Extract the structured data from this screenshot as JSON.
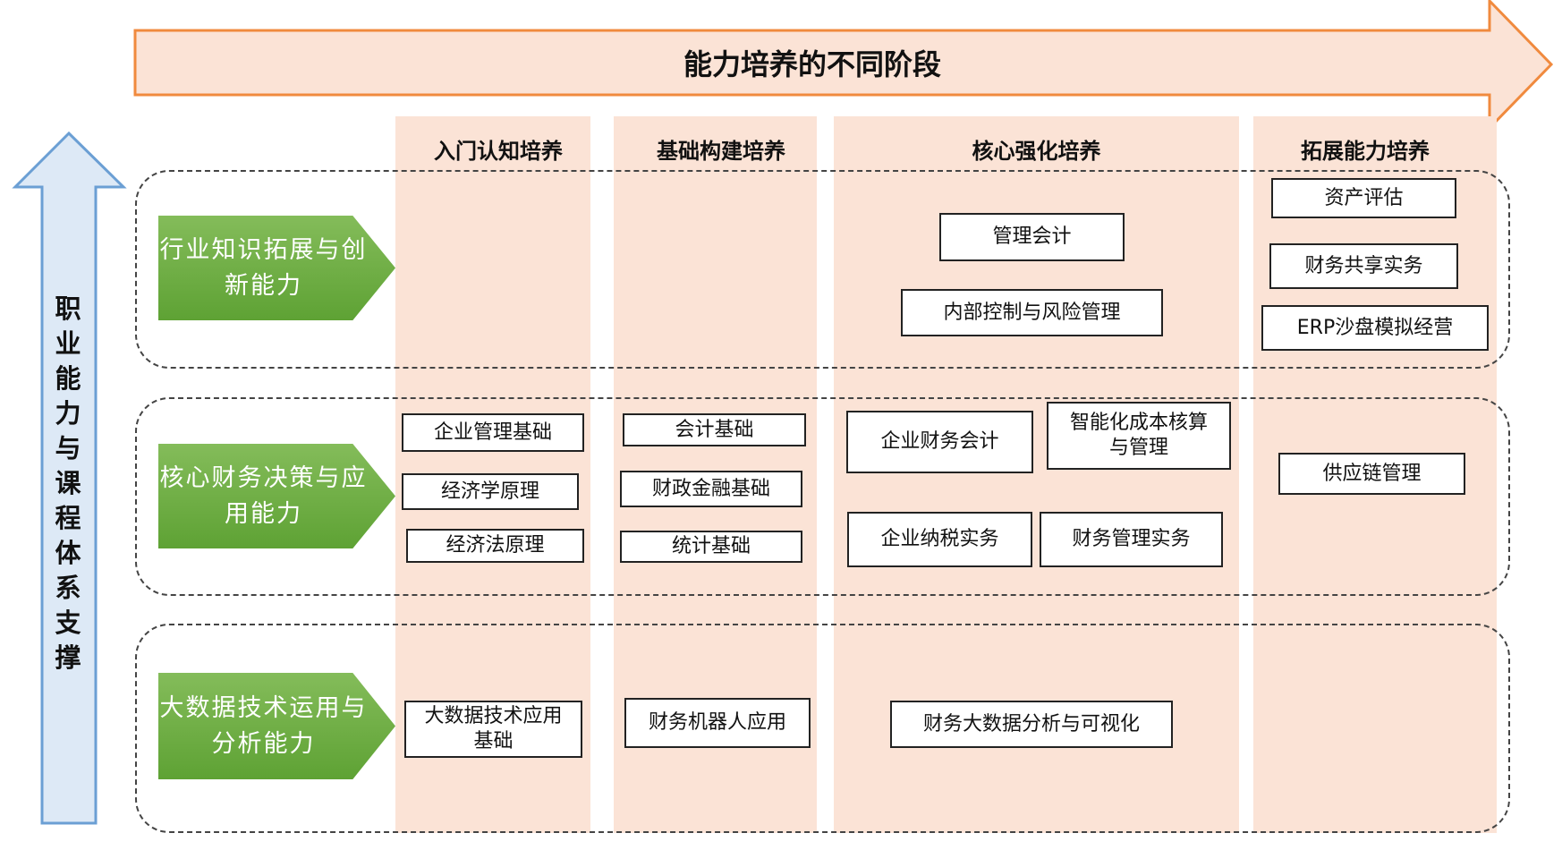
{
  "title": "能力培养的不同阶段",
  "side_label": "职业能力与课程体系支撑",
  "stages": [
    "入门认知培养",
    "基础构建培养",
    "核心强化培养",
    "拓展能力培养"
  ],
  "abilities": [
    "行业知识拓展与创新能力",
    "核心财务决策与应用能力",
    "大数据技术运用与分析能力"
  ],
  "courses": {
    "row1": [
      "管理会计",
      "内部控制与风险管理",
      "资产评估",
      "财务共享实务",
      "ERP沙盘模拟经营"
    ],
    "row2": [
      "企业管理基础",
      "经济学原理",
      "经济法原理",
      "会计基础",
      "财政金融基础",
      "统计基础",
      "企业财务会计",
      "智能化成本核算与管理",
      "企业纳税实务",
      "财务管理实务",
      "供应链管理"
    ],
    "row3": [
      "大数据技术应用基础",
      "财务机器人应用",
      "财务大数据分析与可视化"
    ]
  },
  "colors": {
    "arrow_fill": "#fbe3d6",
    "arrow_stroke": "#f08a3e",
    "column": "#fbe3d6",
    "green": "#6aad3f",
    "blue_fill": "#dde9f6",
    "blue_stroke": "#6b9fd4"
  }
}
